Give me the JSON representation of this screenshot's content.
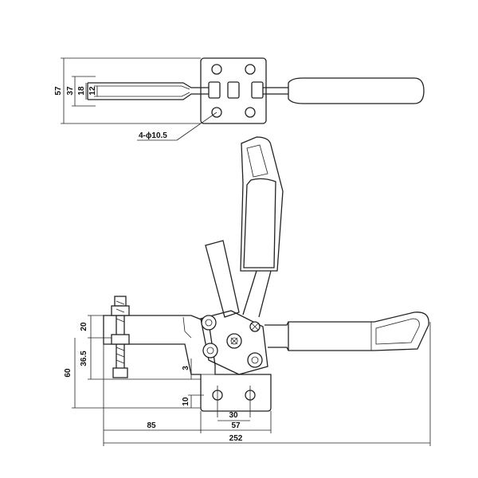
{
  "colors": {
    "line": "#222222",
    "background": "#ffffff"
  },
  "top_view": {
    "dims": {
      "d57": "57",
      "d37": "37",
      "d18": "18",
      "d12": "12"
    },
    "hole_callout": "4-ϕ10.5"
  },
  "side_view": {
    "dims": {
      "d20": "20",
      "d36_5": "36.5",
      "d60": "60",
      "d3": "3",
      "d10": "10",
      "d30": "30",
      "d57": "57",
      "d85": "85",
      "d252": "252"
    }
  }
}
